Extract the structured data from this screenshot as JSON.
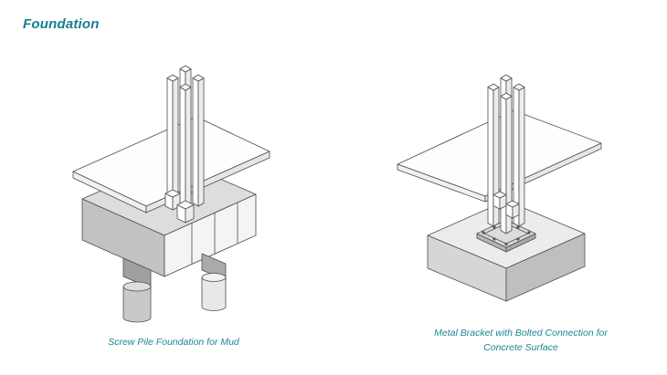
{
  "page": {
    "title": "Foundation",
    "background": "#ffffff"
  },
  "colors": {
    "accent_teal": "#157f8f",
    "caption_teal": "#1d8495",
    "outline": "#4d4d4d",
    "grey_dark": "#a0a0a0",
    "grey_mid": "#c6c6c6",
    "grey_light": "#ececec",
    "white_face": "#fdfdfd"
  },
  "figures": {
    "screw_pile": {
      "caption": "Screw Pile Foundation for Mud"
    },
    "metal_bracket": {
      "caption": "Metal Bracket with Bolted Connection for Concrete Surface"
    }
  }
}
